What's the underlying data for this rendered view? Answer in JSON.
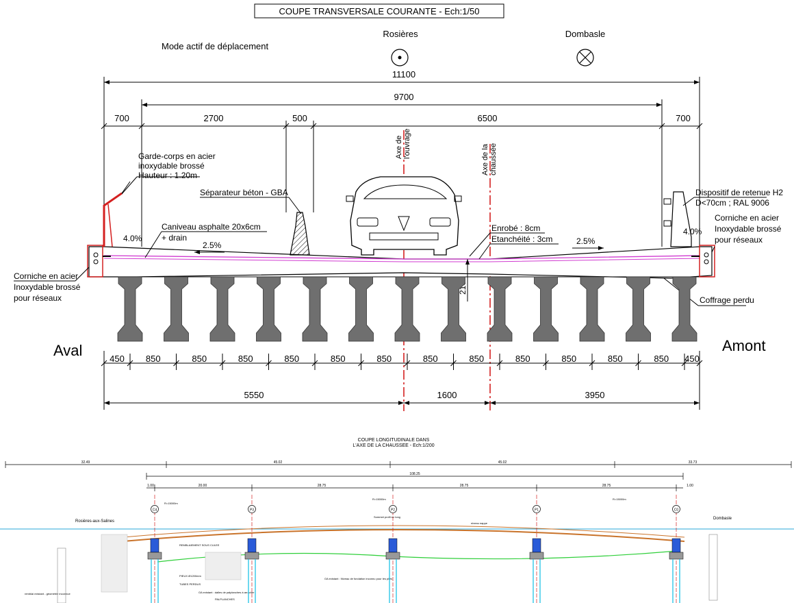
{
  "cross": {
    "title": "COUPE TRANSVERSALE COURANTE - Ech:1/50",
    "mode_label": "Mode actif de déplacement",
    "dir_left": "Rosières",
    "dir_right": "Dombasle",
    "dims_top": {
      "total": "11100",
      "inner": "9700",
      "segments": [
        "700",
        "2700",
        "500",
        "6500",
        "700"
      ]
    },
    "labels": {
      "garde_corps": [
        "Garde-corps en acier",
        "inoxydable brossé",
        "Hauteur : 1.20m"
      ],
      "separateur": "Séparateur béton - GBA",
      "caniveau": [
        "Caniveau asphalte 20x6cm",
        "+ drain"
      ],
      "axe_ouvrage": [
        "Axe de",
        "l'ouvrage"
      ],
      "axe_chaussee": [
        "Axe de la",
        "chaussée"
      ],
      "dispositif": [
        "Dispositif de retenue H2",
        "D<70cm ; RAL 9006"
      ],
      "corniche_right": [
        "Corniche en acier",
        "Inoxydable brossé",
        "pour réseaux"
      ],
      "corniche_left": [
        "Corniche en acier",
        "Inoxydable brossé",
        "pour réseaux"
      ],
      "enrobe": "Enrobé : 8cm",
      "etancheite": "Etanchéité : 3cm",
      "coffrage": "Coffrage perdu",
      "slope_left": "4.0%",
      "slope_right": "4.0%",
      "grade_left": "2.5%",
      "grade_right": "2.5%",
      "thickness": "210"
    },
    "aval": "Aval",
    "amont": "Amont",
    "dims_bottom": [
      "450",
      "850",
      "850",
      "850",
      "850",
      "850",
      "850",
      "850",
      "850",
      "850",
      "850",
      "850",
      "850",
      "450"
    ],
    "dims_bottom2": [
      "5550",
      "1600",
      "3950"
    ]
  },
  "long": {
    "title": [
      "COUPE LONGITUDINALE DANS",
      "L'AXE DE LA CHAUSSEE - Ech:1/200"
    ],
    "spans_top": [
      "32.49",
      "45.02",
      "45.02",
      "33.73"
    ],
    "total": "108.25",
    "spans_mid": [
      "1.00",
      "20.00",
      "28.75",
      "28.75",
      "28.75",
      "1.00"
    ],
    "piers": [
      "C4",
      "P3",
      "P2",
      "P1",
      "C0"
    ],
    "left_town": "Rosières-aux-Salines",
    "right_town": "Dombasle",
    "notes": {
      "pieux": "PIEUX Ø1200mm",
      "tubes": "TUBES PERDUS",
      "oa": "OA existant : dalles de palplanches à arracher",
      "palplanches": "PALPLANCHES",
      "sommet": "Sommet profil en long",
      "remblai": "REMBLAIEMENT SOUS CULEE",
      "radius_left": "R=15000m",
      "radius_mid": "R=15000m",
      "radius_right": "R=15000m",
      "nappe": "niveau nappe",
      "oa_note": "OA existant : Niveau de fondation inconnu pour les piles",
      "pile_note": "remblai existant - géométrie inconnue"
    }
  }
}
